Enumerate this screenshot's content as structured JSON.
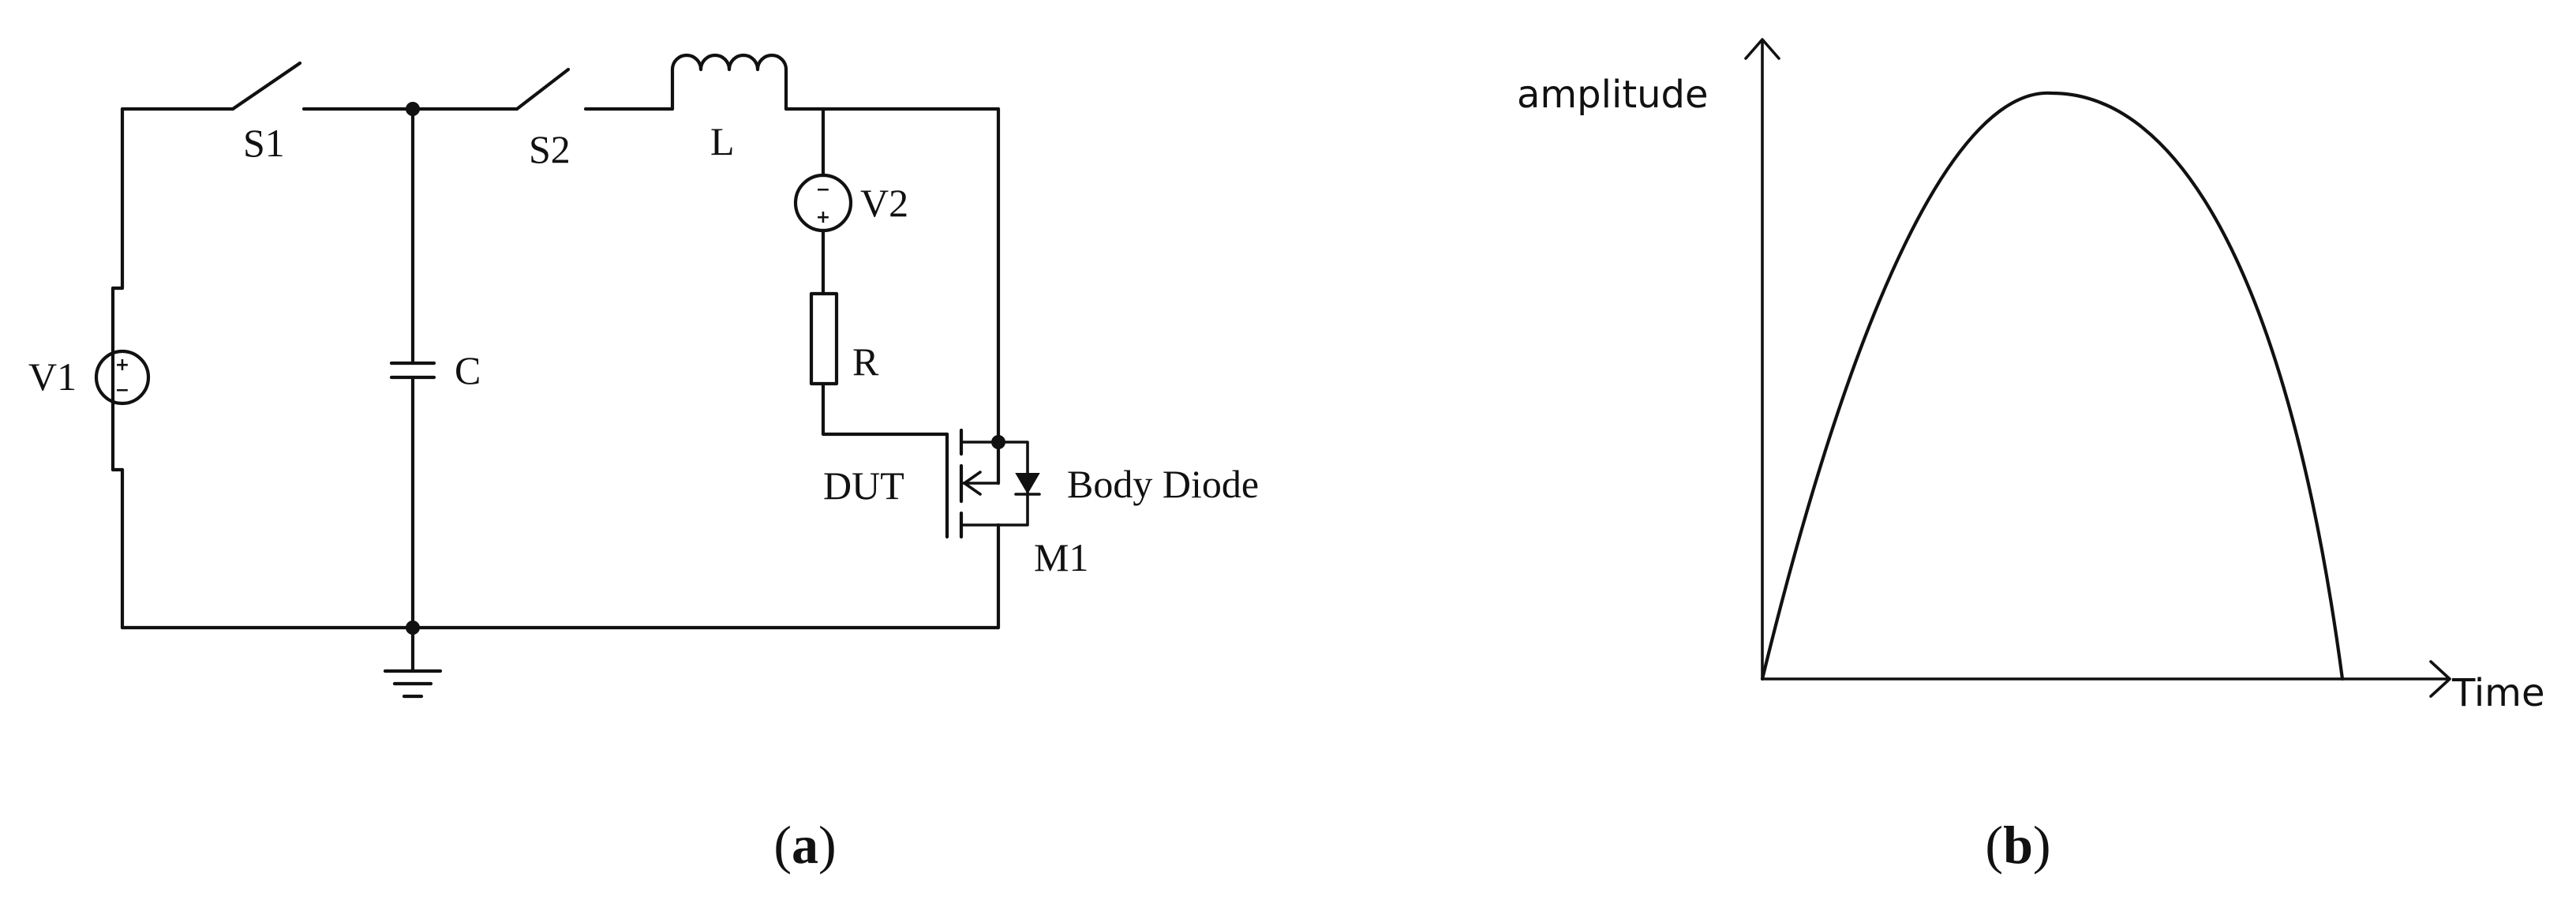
{
  "figure": {
    "circuit": {
      "labels": {
        "s1": "S1",
        "s2": "S2",
        "l": "L",
        "v1": "V1",
        "v2": "V2",
        "c": "C",
        "r": "R",
        "dut": "DUT",
        "body_diode": "Body Diode",
        "m1": "M1"
      },
      "source_polarity": {
        "plus": "+",
        "minus": "−"
      }
    },
    "waveform": {
      "ylabel": "amplitude",
      "xlabel": "Time"
    },
    "captions": {
      "a": {
        "open": "(",
        "letter": "a",
        "close": ")"
      },
      "b": {
        "open": "(",
        "letter": "b",
        "close": ")"
      }
    }
  }
}
